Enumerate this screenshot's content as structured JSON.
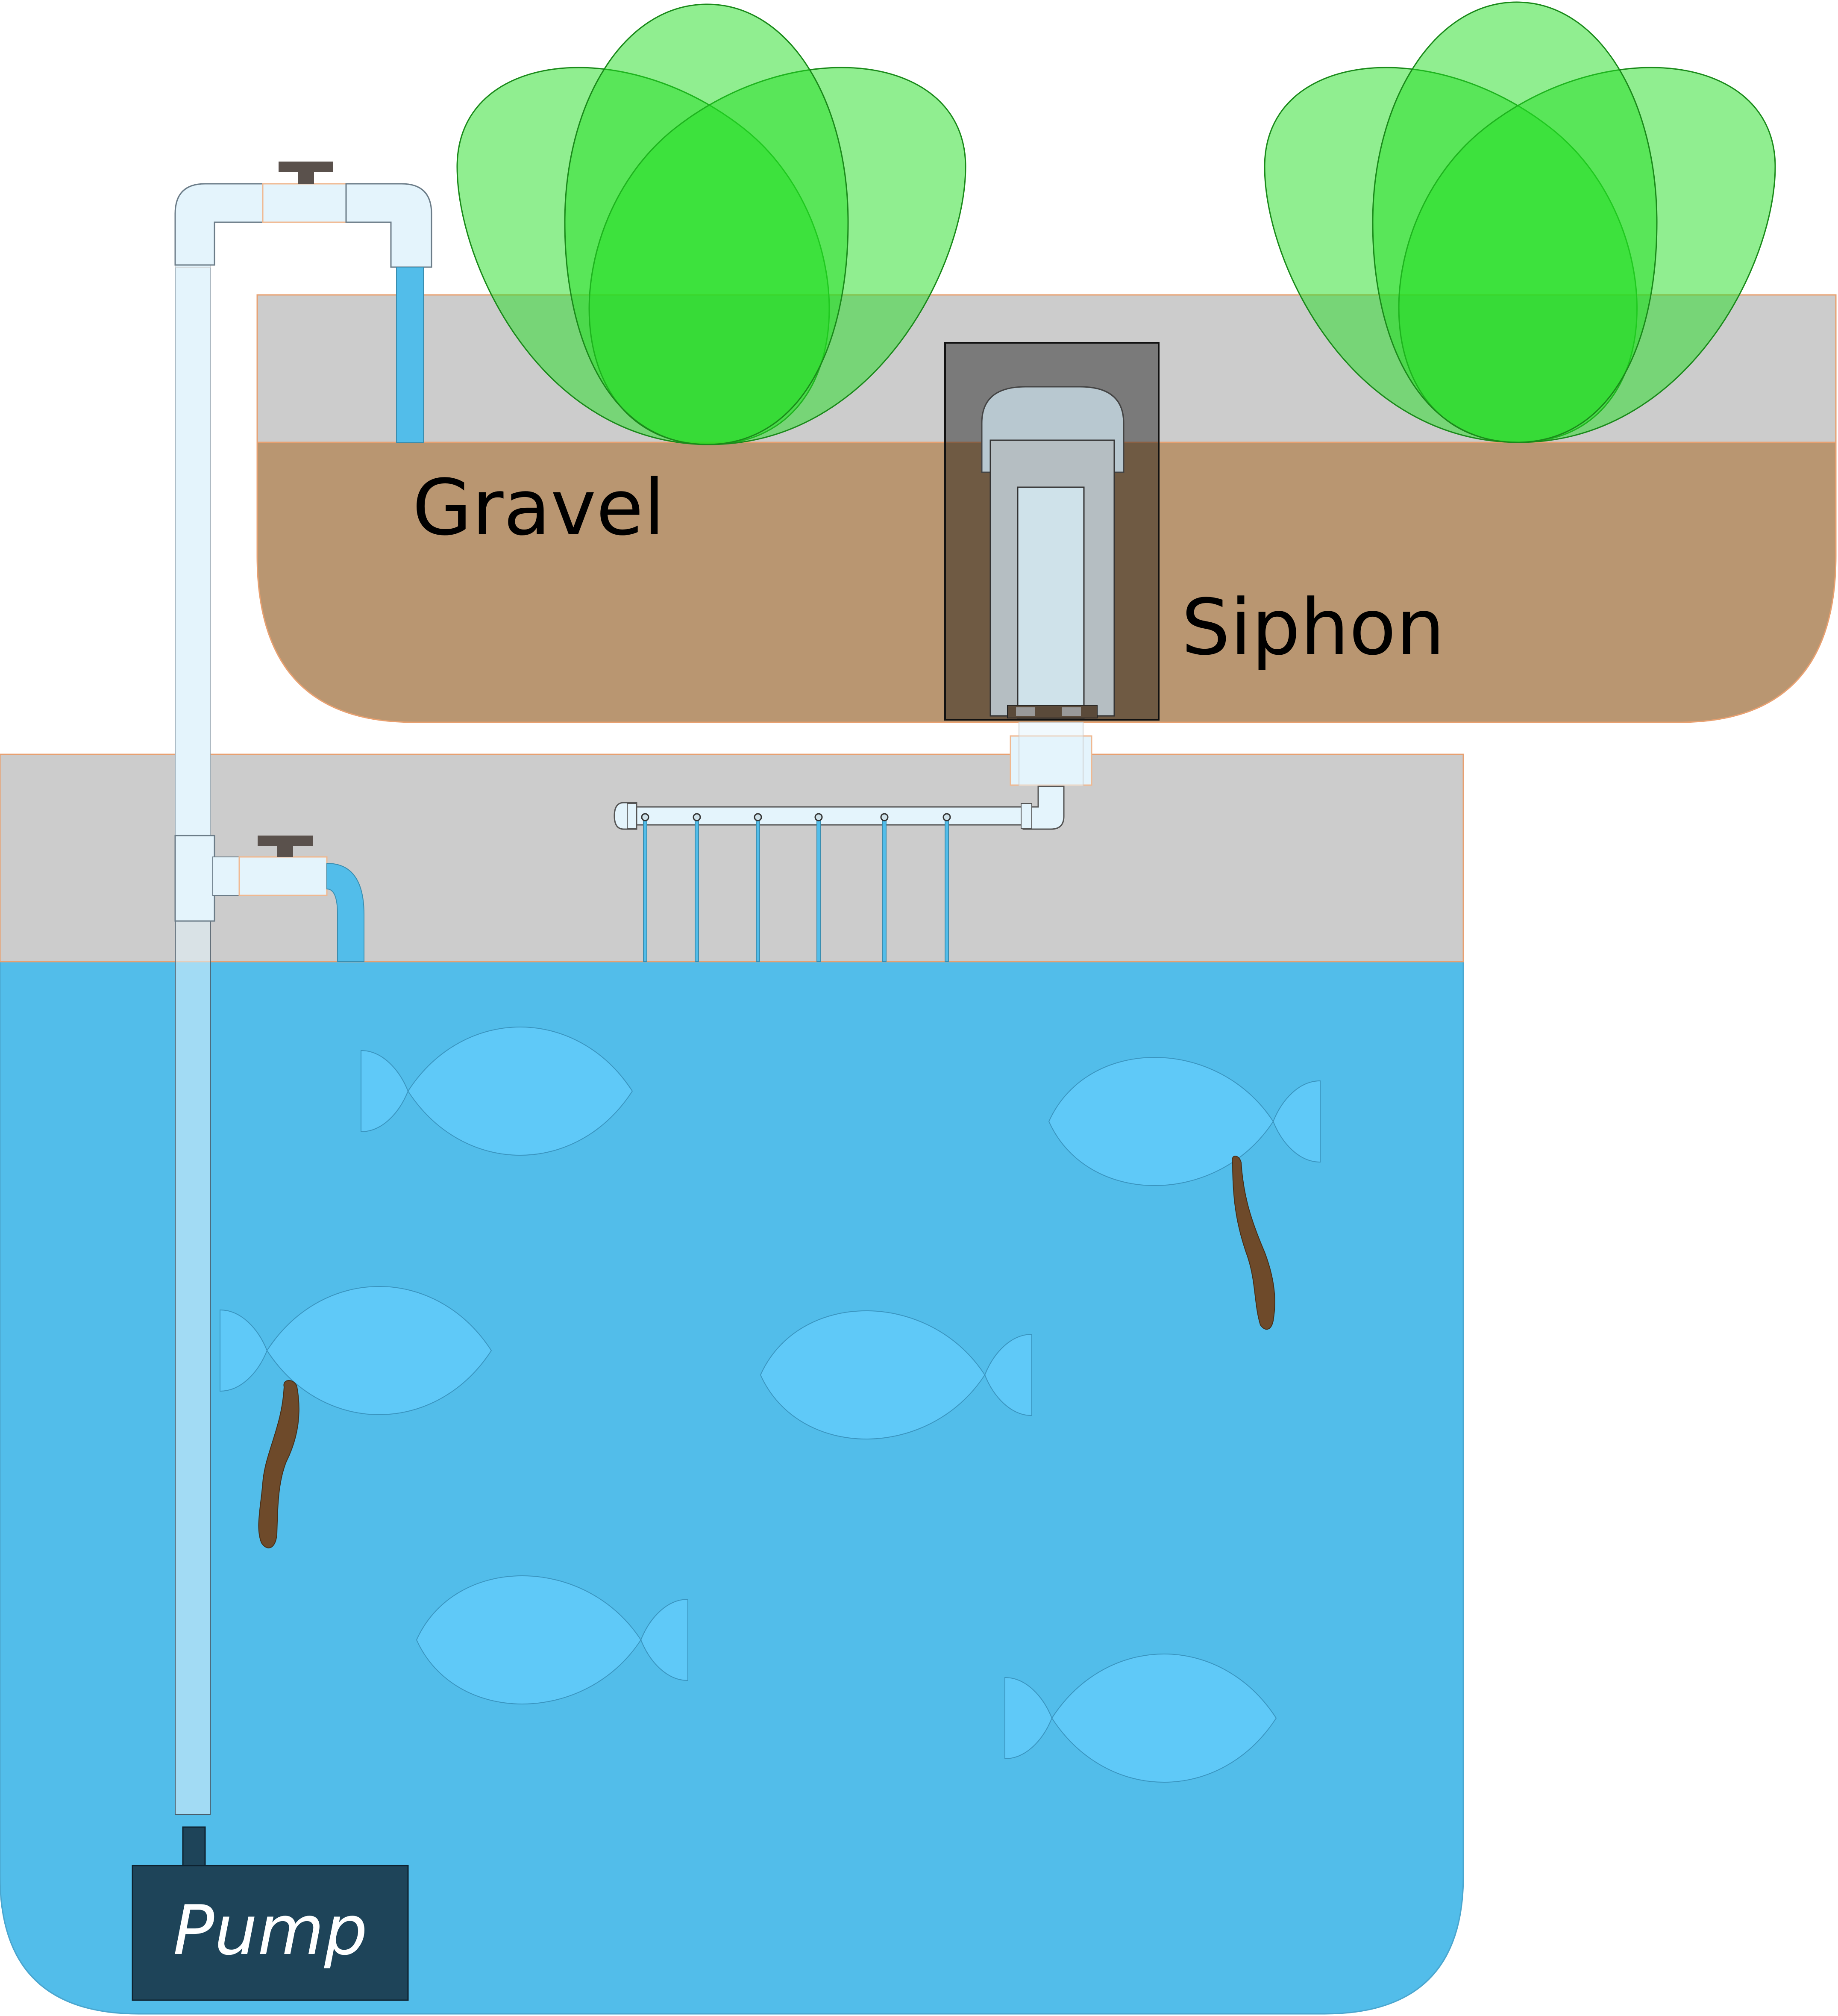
{
  "labels": {
    "gravel": "Gravel",
    "siphon": "Siphon",
    "pump": "Pump"
  },
  "colors": {
    "water": "#52bdea",
    "air": "#cccccc",
    "gravel": "#b99671",
    "pipe": "#e4f4fc",
    "plant": "#66ff66",
    "fish": "#5fc9f8",
    "pump": "#1e4459",
    "worm": "#6e4a2a",
    "valve": "#5a514c"
  },
  "icons": {
    "plant": "plant-icon",
    "fish": "fish-icon",
    "worm": "worm-icon",
    "valve": "valve-icon"
  }
}
